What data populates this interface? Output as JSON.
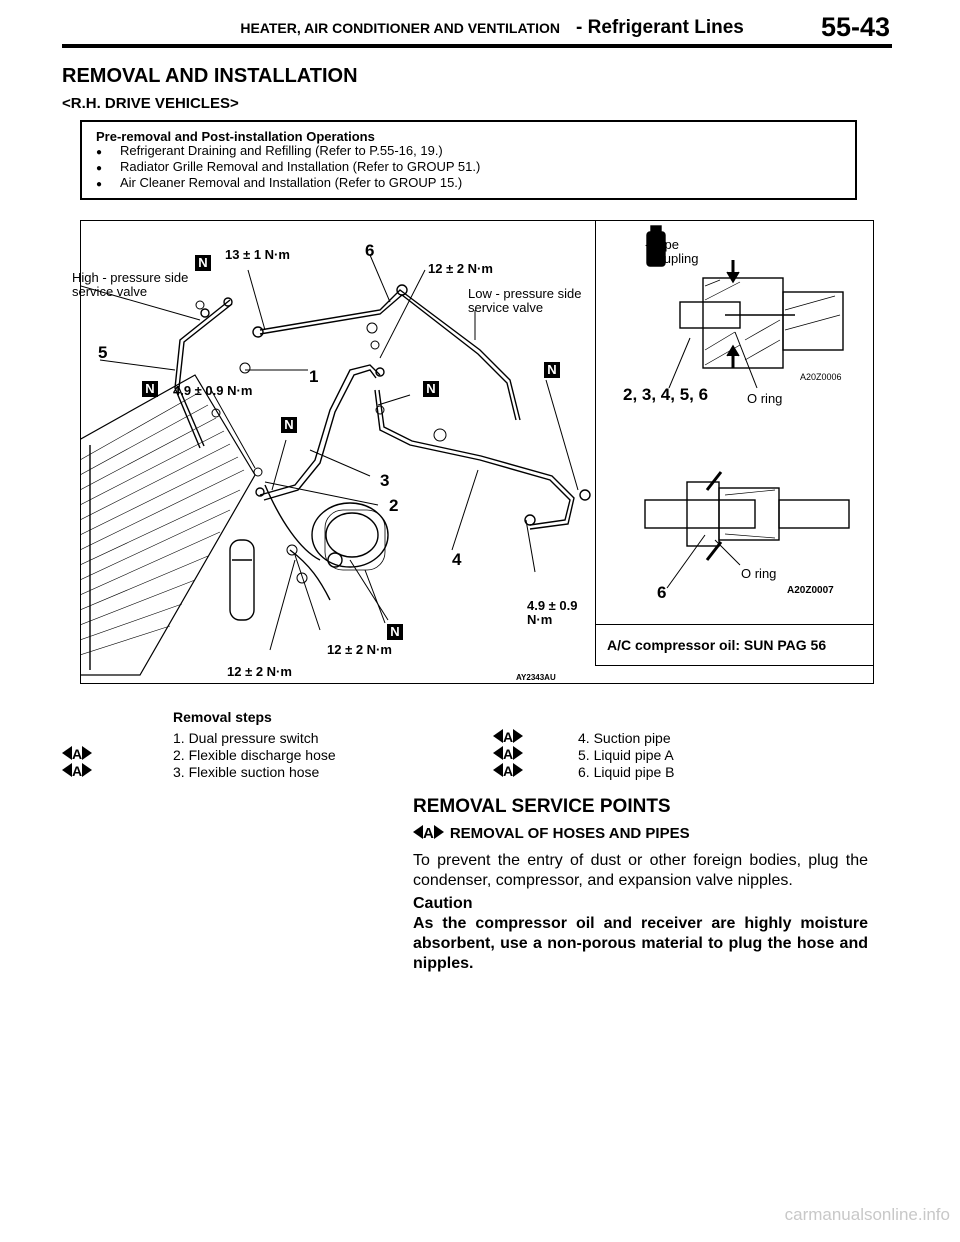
{
  "header": {
    "section": "HEATER, AIR CONDITIONER AND VENTILATION",
    "subsection": "- Refrigerant Lines",
    "page": "55-43"
  },
  "title": "REMOVAL AND INSTALLATION",
  "subtitle": "<R.H. DRIVE VEHICLES>",
  "pre_box": {
    "title": "Pre-removal and Post-installation Operations",
    "items": [
      "Refrigerant Draining and Refilling (Refer to P.55-16, 19.)",
      "Radiator Grille Removal and Installation (Refer to GROUP 51.)",
      "Air Cleaner Removal and Installation (Refer to GROUP 15.)"
    ]
  },
  "diagram": {
    "torque_13": "13 ± 1 N·m",
    "torque_12a": "12 ± 2 N·m",
    "torque_49a": "4.9 ± 0.9 N·m",
    "torque_49b_l1": "4.9 ± 0.9",
    "torque_49b_l2": "N·m",
    "torque_12b": "12 ± 2 N·m",
    "torque_12c": "12 ± 2 N·m",
    "high_pressure_l1": "High - pressure side",
    "high_pressure_l2": "service valve",
    "low_pressure_l1": "Low - pressure side",
    "low_pressure_l2": "service valve",
    "n_badge": "N",
    "num1": "1",
    "num2": "2",
    "num3": "3",
    "num4": "4",
    "num5": "5",
    "num6": "6",
    "code": "AY2343AU"
  },
  "inset": {
    "pipe_l1": "- Pipe",
    "pipe_l2": "coupling",
    "code1": "A20Z0006",
    "part_nums": "2, 3, 4, 5, 6",
    "oring1": "O ring",
    "oring2": "O ring",
    "num6": "6",
    "code2": "A20Z0007",
    "oil": "A/C compressor oil: SUN PAG 56"
  },
  "removal": {
    "heading": "Removal steps",
    "tag": "A",
    "steps": [
      "1. Dual pressure switch",
      "2. Flexible discharge hose",
      "3. Flexible suction hose",
      "4. Suction pipe",
      "5. Liquid pipe A",
      "6. Liquid pipe B"
    ]
  },
  "service": {
    "heading": "REMOVAL SERVICE POINTS",
    "subheading": "REMOVAL OF HOSES AND PIPES",
    "tag": "A",
    "para": "To prevent the entry of dust or other foreign bodies, plug the condenser, compressor, and expansion valve nipples.",
    "caution_title": "Caution",
    "caution": "As the compressor oil and receiver are highly moisture absorbent, use a non-porous material to plug the hose and nipples."
  },
  "watermark": "carmanualsonline.info"
}
